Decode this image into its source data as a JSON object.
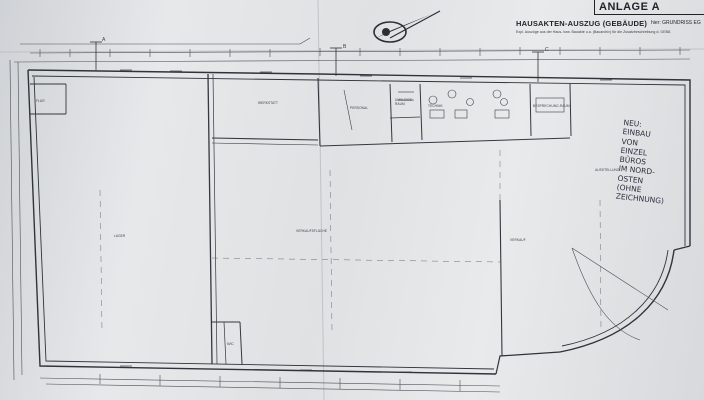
{
  "sheet": {
    "stamp": "ANLAGE A",
    "title": "HAUSAKTEN-AUSZUG (GEBÄUDE)",
    "title_extra": "hier: GRUNDRISS EG",
    "subtitle": "Expl. Auszüge aus der Haus- bzw. Bauakte u.a. (Bauarchiv) für die Zusatzbeschreibung d. GEBÄ"
  },
  "logo": {
    "name": "comet-emblem-icon"
  },
  "rooms": {
    "lager": "LAGER",
    "werkstatt": "WERKSTATT",
    "personal": "PERSONAL",
    "umkleide": "UMKLEIDE-RAUM",
    "technik": "TECHNIK",
    "besprechung": "BESPRECHUNG-RAUM",
    "ausstellung": "AUSSTELLUNG",
    "verkaufsfl": "VERKAUFSFLÄCHE",
    "verkauf": "VERKAUF",
    "wc": "WC",
    "flur": "FLUR"
  },
  "section_marks": [
    "A",
    "B",
    "C"
  ],
  "handwritten_note": [
    "NEU:",
    "EINBAU",
    "VON",
    "EINZEL",
    "BÜROS",
    "IM NORD-",
    "OSTEN",
    "(OHNE",
    "ZEICHNUNG)"
  ],
  "colors": {
    "line": "#3b4046",
    "ink": "#2c3140",
    "paper": "#e4e6e8"
  }
}
